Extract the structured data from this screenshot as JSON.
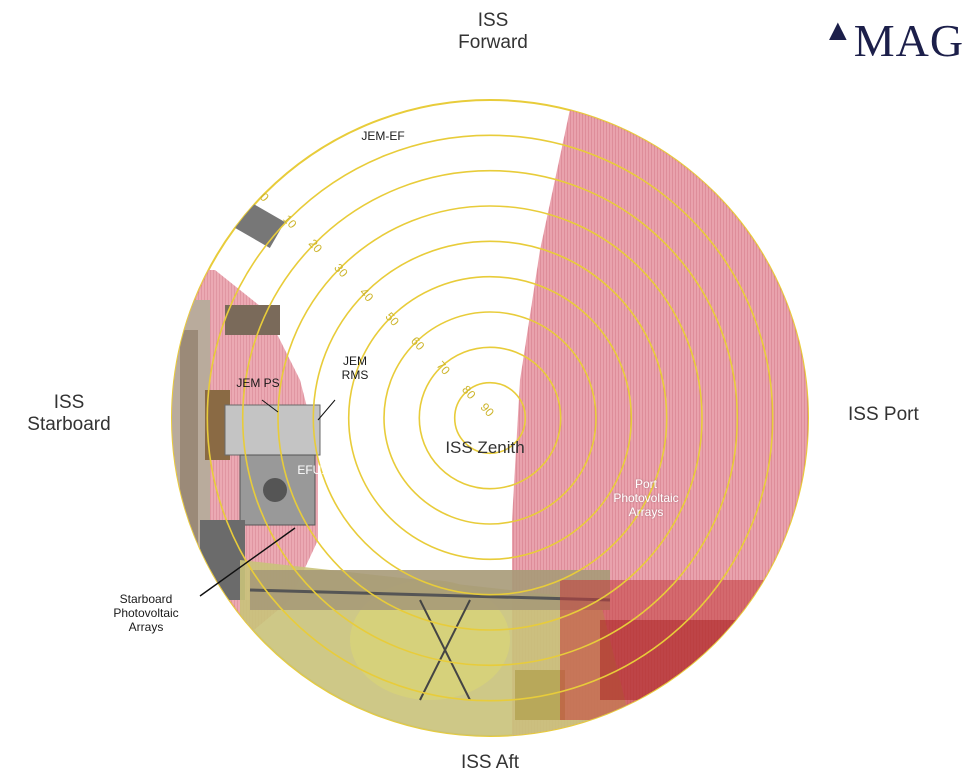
{
  "directions": {
    "forward": [
      "ISS",
      "Forward"
    ],
    "starboard": [
      "ISS",
      "Starboard"
    ],
    "port": "ISS Port",
    "aft": "ISS Aft"
  },
  "center_label": "ISS Zenith",
  "elevation_ticks": [
    "0",
    "10",
    "20",
    "30",
    "40",
    "50",
    "60",
    "70",
    "80",
    "90"
  ],
  "annotations": {
    "jem_ef": "JEM-EF",
    "jem_rms": [
      "JEM",
      "RMS"
    ],
    "jem_ps": "JEM PS",
    "efu12": "EFU12",
    "starboard_pv": [
      "Starboard",
      "Photovoltaic",
      "Arrays"
    ],
    "port_pv": [
      "Port",
      "Photovoltaic",
      "Arrays"
    ]
  },
  "logo_text": "MAG",
  "colors": {
    "ring": "#e8cc3a",
    "tick_text": "#cdb52c",
    "blocked_pink": "#d9778a",
    "truss_yellow": "#c9c27a"
  }
}
